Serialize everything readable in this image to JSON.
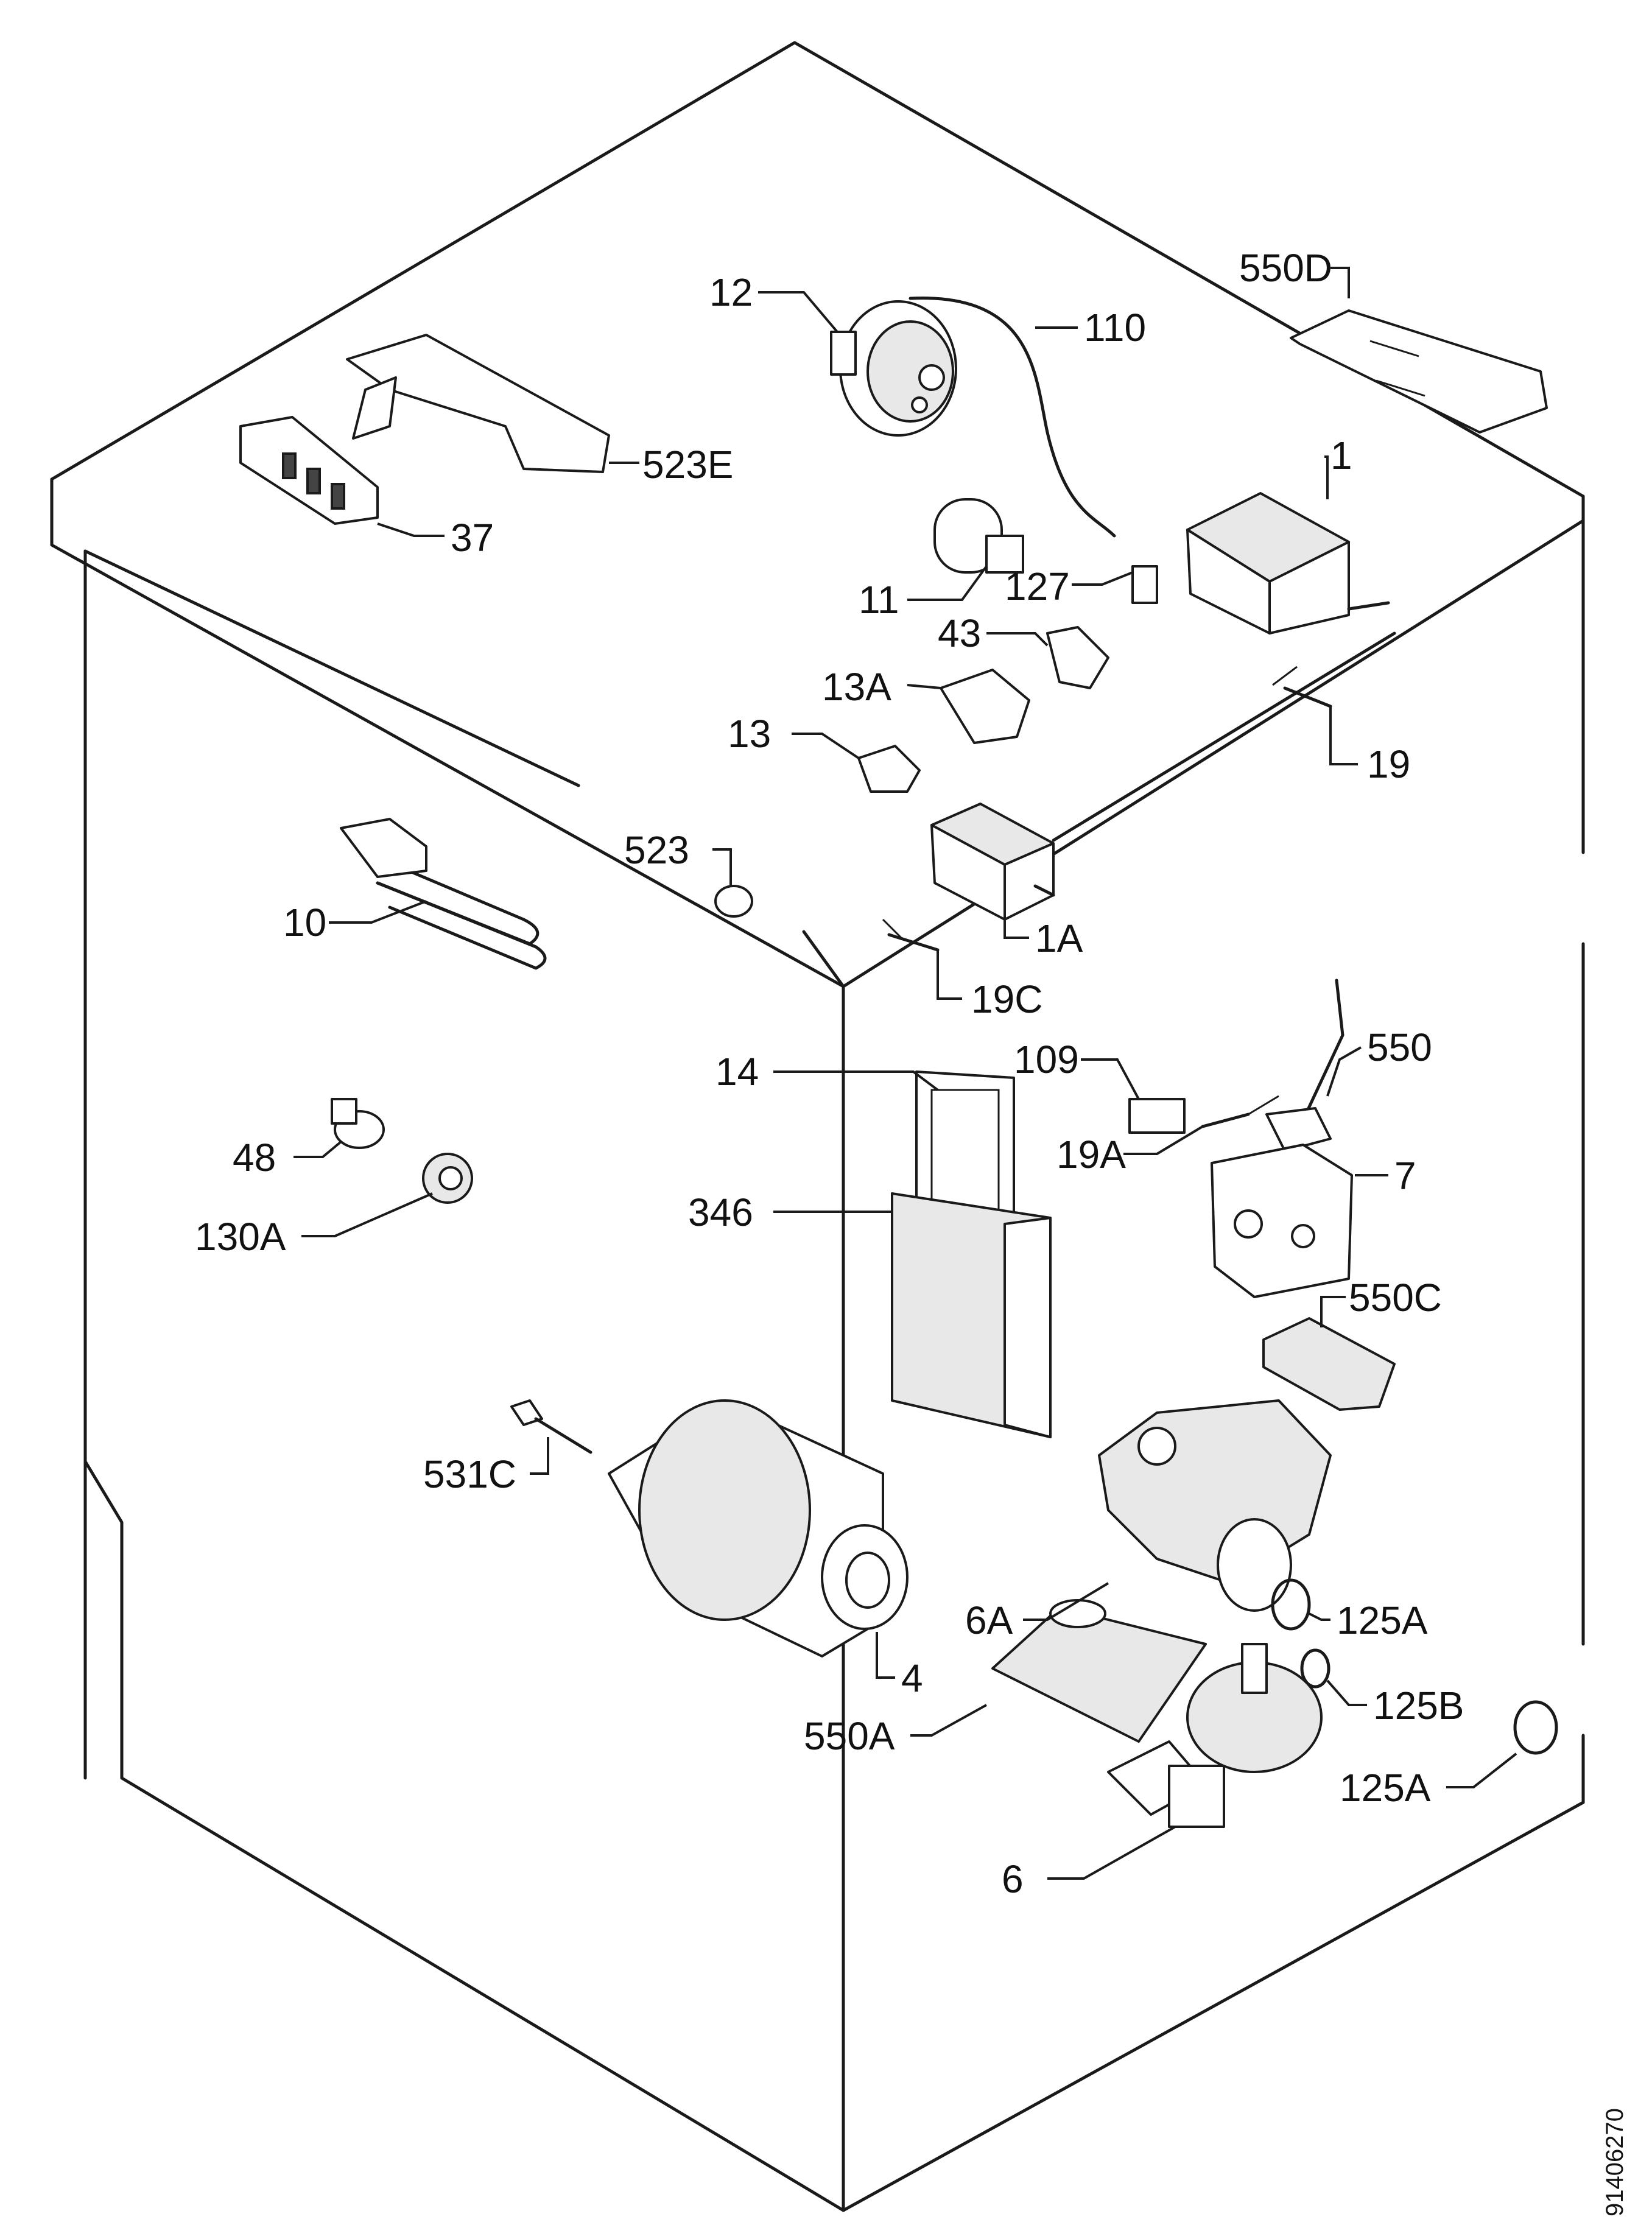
{
  "diagram": {
    "labels": {
      "l550d": "550D",
      "l12": "12",
      "l110": "110",
      "l523e": "523E",
      "l37": "37",
      "l1": "1",
      "l11": "11",
      "l127": "127",
      "l43": "43",
      "l13a": "13A",
      "l13": "13",
      "l19": "19",
      "l523": "523",
      "l10": "10",
      "l1a": "1A",
      "l19c": "19C",
      "l14": "14",
      "l109": "109",
      "l550": "550",
      "l19a": "19A",
      "l48": "48",
      "l130a": "130A",
      "l7": "7",
      "l346": "346",
      "l550c": "550C",
      "l531c": "531C",
      "l6a": "6A",
      "l125a_1": "125A",
      "l4": "4",
      "l125b": "125B",
      "l550a": "550A",
      "l125a_2": "125A",
      "l6": "6"
    },
    "document_number": "91406270"
  }
}
